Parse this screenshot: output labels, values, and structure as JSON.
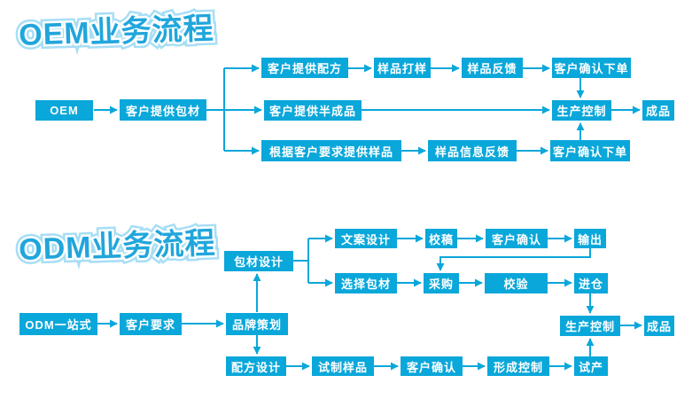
{
  "oem": {
    "title": "OEM业务流程",
    "start": "OEM",
    "packaging": "客户提供包材",
    "row_top": [
      "客户提供配方",
      "样品打样",
      "样品反馈",
      "客户确认下单"
    ],
    "row_mid": "客户提供半成品",
    "row_bottom": [
      "根据客户要求提供样品",
      "样品信息反馈",
      "客户确认下单"
    ],
    "production": "生产控制",
    "finished": "成品"
  },
  "odm": {
    "title": "ODM业务流程",
    "start": "ODM一站式",
    "requirement": "客户要求",
    "brand": "品牌策划",
    "packaging_design": "包材设计",
    "row_copy": [
      "文案设计",
      "校稿",
      "客户确认",
      "输出"
    ],
    "row_material": [
      "选择包材",
      "采购",
      "校验",
      "进仓"
    ],
    "row_formula": [
      "配方设计",
      "试制样品",
      "客户确认",
      "形成控制",
      "试产"
    ],
    "production": "生产控制",
    "finished": "成品"
  },
  "colors": {
    "box": "#0aa7da",
    "arrow": "#0aa7da",
    "title_fill": "#21a6dc",
    "title_outline": "#a7def5"
  }
}
